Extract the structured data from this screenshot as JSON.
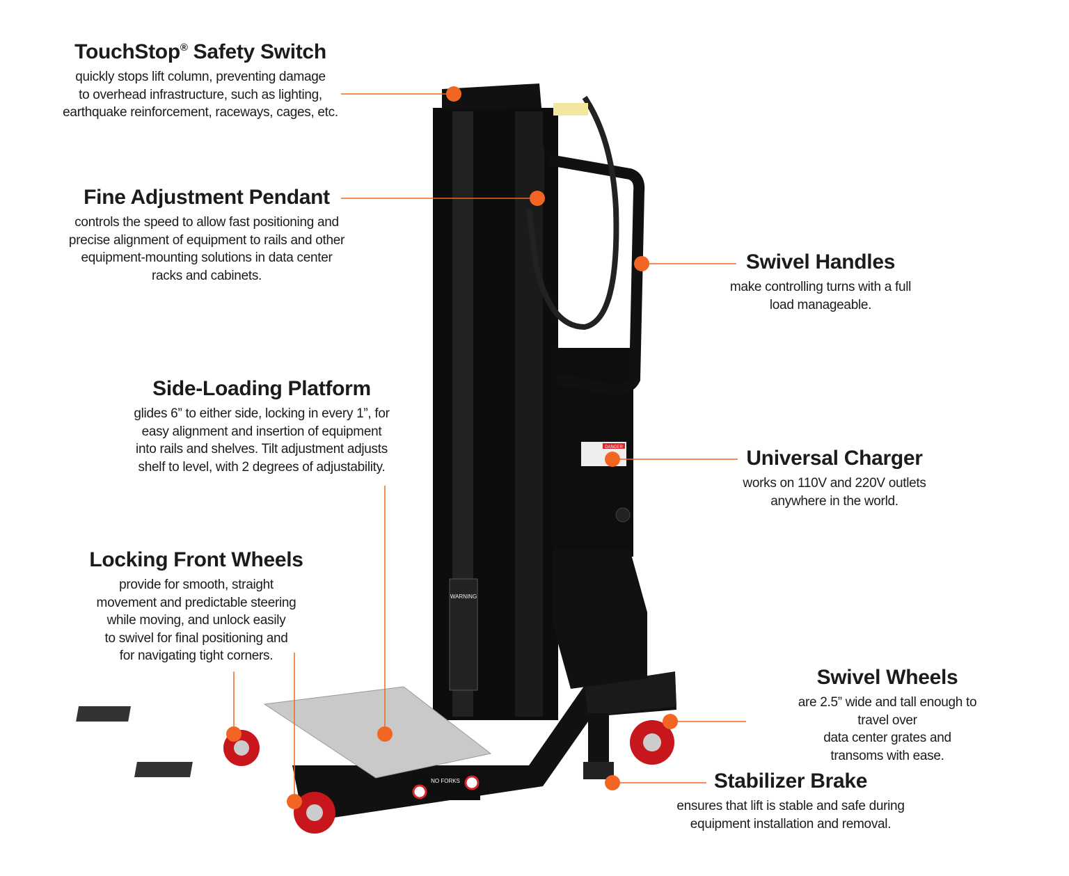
{
  "accent_color": "#f26522",
  "callouts": [
    {
      "title": "TouchStop",
      "title_suffix": "Safety Switch",
      "mark": "®",
      "body": [
        "quickly stops lift column, preventing damage",
        "to overhead infrastructure, such as lighting,",
        "earthquake reinforcement, raceways, cages, etc."
      ]
    },
    {
      "title": "Fine Adjustment Pendant",
      "body": [
        "controls the speed to allow fast positioning and",
        "precise alignment of equipment to rails and other",
        "equipment-mounting solutions in data center",
        "racks and cabinets."
      ]
    },
    {
      "title": "Swivel Handles",
      "body": [
        "make controlling turns with a full",
        "load manageable."
      ]
    },
    {
      "title": "Side-Loading Platform",
      "body": [
        "glides 6” to either side, locking in every 1”, for",
        "easy alignment and insertion of equipment",
        "into rails and shelves. Tilt adjustment adjusts",
        "shelf to level, with 2 degrees of adjustability."
      ]
    },
    {
      "title": "Universal Charger",
      "body": [
        "works on 110V and 220V outlets",
        "anywhere in the world."
      ]
    },
    {
      "title": "Locking Front Wheels",
      "body": [
        "provide for smooth, straight",
        "movement and predictable steering",
        "while moving, and unlock easily",
        "to swivel for final positioning and",
        "for navigating tight corners."
      ]
    },
    {
      "title": "Swivel Wheels",
      "body": [
        "are 2.5” wide and tall enough to travel over",
        "data center grates and transoms with ease."
      ]
    },
    {
      "title": "Stabilizer Brake",
      "body": [
        "ensures that lift is stable and safe during",
        "equipment installation and removal."
      ]
    }
  ],
  "labels": {
    "warning": "WARNING",
    "danger": "DANGER",
    "no_forks": "NO FORKS"
  }
}
